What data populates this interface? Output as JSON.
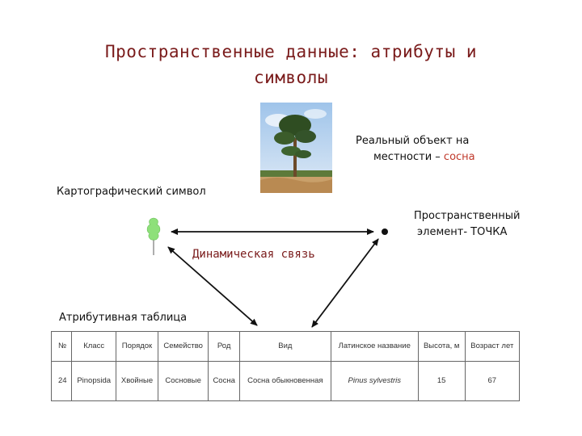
{
  "title": {
    "line1": "Пространственные данные: атрибуты и",
    "line2": "символы"
  },
  "labels": {
    "real_object_line1": "Реальный объект на",
    "real_object_line2_prefix": "местности – ",
    "real_object_line2_accent": "сосна",
    "cartographic_symbol": "Картографический символ",
    "spatial_element_line1": "Пространственный",
    "spatial_element_line2": "элемент- ТОЧКА",
    "dynamic_link": "Динамическая связь",
    "attribute_table": "Атрибутивная таблица"
  },
  "table": {
    "headers": [
      "№",
      "Класс",
      "Порядок",
      "Семейство",
      "Род",
      "Вид",
      "Латинское название",
      "Высота, м",
      "Возраст лет"
    ],
    "rows": [
      [
        "24",
        "Pinopsida",
        "Хвойные",
        "Сосновые",
        "Сосна",
        "Сосна обыкновенная",
        "Pinus sylvestris",
        "15",
        "67"
      ]
    ]
  },
  "colors": {
    "title": "#7a1b1b",
    "accent": "#c0392b",
    "tree_symbol": "#8ee07a"
  },
  "icons": {
    "photo": "pine-tree-photo",
    "symbol": "tree-symbol-icon",
    "point": "point-marker"
  }
}
